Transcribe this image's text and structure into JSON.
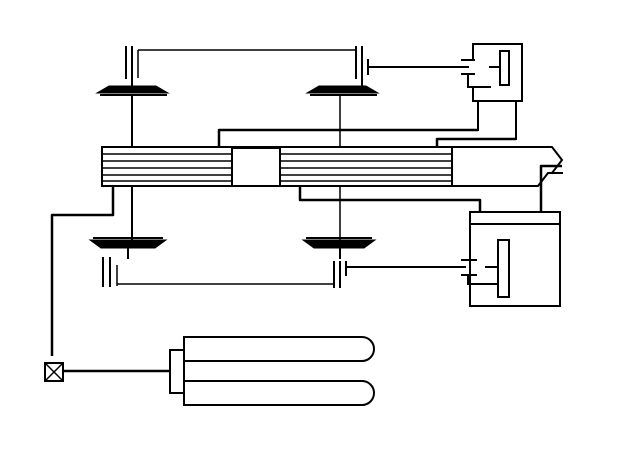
{
  "diagram": {
    "colors": {
      "stroke": "#000000",
      "background": "#ffffff"
    },
    "components": [
      "wire-mesh-stack",
      "center-coupler-block",
      "upper-left-pole",
      "upper-right-pole",
      "lower-left-pole",
      "lower-right-pole",
      "upper-capacitor-box",
      "lower-capacitor-box",
      "junction-box",
      "twin-tube-assembly"
    ]
  }
}
